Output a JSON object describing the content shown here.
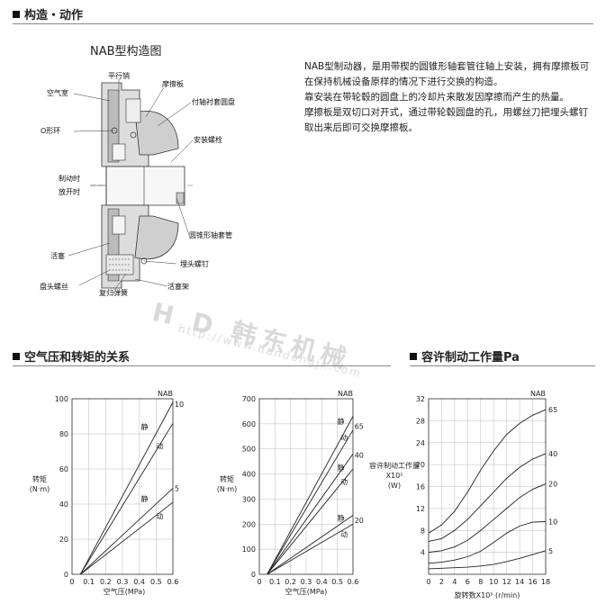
{
  "sections": {
    "structure": "构造・动作",
    "torque": "空气压和转矩的关系",
    "work": "容许制动工作量Pa"
  },
  "diagram": {
    "title": "NAB型构造图",
    "labels": {
      "parallel_pin": "平行销",
      "air_chamber": "空气室",
      "o_ring": "O形环",
      "brake": "制动时",
      "release": "放开时",
      "piston": "活塞",
      "pan_screw": "盘头螺丝",
      "return_spring": "复归弹簧",
      "friction_plate": "摩擦板",
      "shaft_disc": "付轴衬套圆盘",
      "mount_bolt": "安装螺栓",
      "taper_sleeve": "圆锥形轴套管",
      "set_screw": "埋头螺钉",
      "piston_frame": "活塞架"
    }
  },
  "description": [
    "NAB型制动器，是用带楔的圆锥形轴套管往轴上安装，拥有摩擦板可在保持机械设备原样的情况下进行交换的构造。",
    "靠安装在带轮毂的圆盘上的冷却片来散发因摩擦而产生的热量。",
    "摩擦板是双切口对开式，通过带轮毂圆盘的孔，用螺丝刀把埋头螺钉取出来后即可交换摩擦板。"
  ],
  "watermark": {
    "main": "H D 韩东机械",
    "sub": "http://www.handongjx.com"
  },
  "chart_data": [
    {
      "type": "line",
      "xlabel": "空气压(MPa)",
      "ylabel": "转矩 (N·m)",
      "xlim": [
        0,
        0.6
      ],
      "ylim": [
        0,
        100
      ],
      "xticks": [
        0,
        0.1,
        0.2,
        0.3,
        0.4,
        0.5,
        0.6
      ],
      "yticks": [
        0,
        20,
        40,
        60,
        80,
        100
      ],
      "grid": true,
      "corner_label": "NAB",
      "series": [
        {
          "name": "10 静",
          "x": [
            0.05,
            0.6
          ],
          "y": [
            0,
            98
          ]
        },
        {
          "name": "10 动",
          "x": [
            0.05,
            0.6
          ],
          "y": [
            0,
            86
          ]
        },
        {
          "name": "5 静",
          "x": [
            0.05,
            0.6
          ],
          "y": [
            0,
            49
          ]
        },
        {
          "name": "5 动",
          "x": [
            0.05,
            0.6
          ],
          "y": [
            0,
            41
          ]
        }
      ],
      "annotations": [
        {
          "text": "10",
          "x": 0.61,
          "y": 97
        },
        {
          "text": "静",
          "x": 0.41,
          "y": 84
        },
        {
          "text": "动",
          "x": 0.5,
          "y": 73
        },
        {
          "text": "5",
          "x": 0.61,
          "y": 49
        },
        {
          "text": "静",
          "x": 0.41,
          "y": 43
        },
        {
          "text": "动",
          "x": 0.5,
          "y": 33
        }
      ]
    },
    {
      "type": "line",
      "xlabel": "空气压(MPa)",
      "ylabel": "转矩 (N·m)",
      "xlim": [
        0,
        0.6
      ],
      "ylim": [
        0,
        700
      ],
      "xticks": [
        0,
        0.1,
        0.2,
        0.3,
        0.4,
        0.5,
        0.6
      ],
      "yticks": [
        0,
        100,
        200,
        300,
        400,
        500,
        600,
        700
      ],
      "grid": true,
      "corner_label": "NAB",
      "series": [
        {
          "name": "65 静",
          "x": [
            0.05,
            0.6
          ],
          "y": [
            0,
            630
          ]
        },
        {
          "name": "65 动",
          "x": [
            0.05,
            0.6
          ],
          "y": [
            0,
            575
          ]
        },
        {
          "name": "40 静",
          "x": [
            0.05,
            0.6
          ],
          "y": [
            0,
            480
          ]
        },
        {
          "name": "40 动",
          "x": [
            0.05,
            0.6
          ],
          "y": [
            0,
            420
          ]
        },
        {
          "name": "20 静",
          "x": [
            0.05,
            0.6
          ],
          "y": [
            0,
            235
          ]
        },
        {
          "name": "20 动",
          "x": [
            0.05,
            0.6
          ],
          "y": [
            0,
            200
          ]
        }
      ],
      "annotations": [
        {
          "text": "静",
          "x": 0.5,
          "y": 610
        },
        {
          "text": "65",
          "x": 0.61,
          "y": 590
        },
        {
          "text": "动",
          "x": 0.52,
          "y": 545
        },
        {
          "text": "40",
          "x": 0.61,
          "y": 475
        },
        {
          "text": "静",
          "x": 0.5,
          "y": 425
        },
        {
          "text": "动",
          "x": 0.52,
          "y": 370
        },
        {
          "text": "静",
          "x": 0.5,
          "y": 225
        },
        {
          "text": "20",
          "x": 0.61,
          "y": 215
        },
        {
          "text": "动",
          "x": 0.52,
          "y": 160
        }
      ]
    },
    {
      "type": "line",
      "xlabel": "旋转数X10³ (r/min)",
      "ylabel": "容许制动工作量 X10² (W)",
      "xlim": [
        0,
        18
      ],
      "ylim": [
        0,
        32
      ],
      "xticks": [
        0,
        2,
        4,
        6,
        8,
        10,
        12,
        14,
        16,
        18
      ],
      "yticks": [
        4,
        8,
        12,
        16,
        20,
        24,
        28,
        32
      ],
      "grid": true,
      "corner_label": "NAB",
      "series": [
        {
          "name": "65",
          "x": [
            0,
            2,
            4,
            6,
            8,
            10,
            12,
            14,
            16,
            18
          ],
          "y": [
            7.5,
            9,
            11.5,
            15,
            19,
            22.5,
            25.5,
            27.5,
            29,
            30
          ]
        },
        {
          "name": "40",
          "x": [
            0,
            2,
            4,
            6,
            8,
            10,
            12,
            14,
            16,
            18
          ],
          "y": [
            6,
            6.5,
            8,
            10,
            12.5,
            15,
            17.5,
            19.5,
            21,
            22
          ]
        },
        {
          "name": "20",
          "x": [
            0,
            2,
            4,
            6,
            8,
            10,
            12,
            14,
            16,
            18
          ],
          "y": [
            4,
            4.3,
            5,
            6.2,
            8,
            10,
            12,
            14,
            15.5,
            16.5
          ]
        },
        {
          "name": "10",
          "x": [
            0,
            2,
            4,
            6,
            8,
            10,
            12,
            14,
            16,
            18
          ],
          "y": [
            2,
            2.2,
            2.6,
            3.2,
            4.2,
            5.8,
            7.5,
            8.8,
            9.5,
            9.6
          ]
        },
        {
          "name": "5",
          "x": [
            0,
            2,
            4,
            6,
            8,
            10,
            12,
            14,
            16,
            18
          ],
          "y": [
            1,
            1.1,
            1.2,
            1.3,
            1.5,
            1.8,
            2.3,
            2.9,
            3.6,
            4.3
          ]
        }
      ]
    }
  ]
}
